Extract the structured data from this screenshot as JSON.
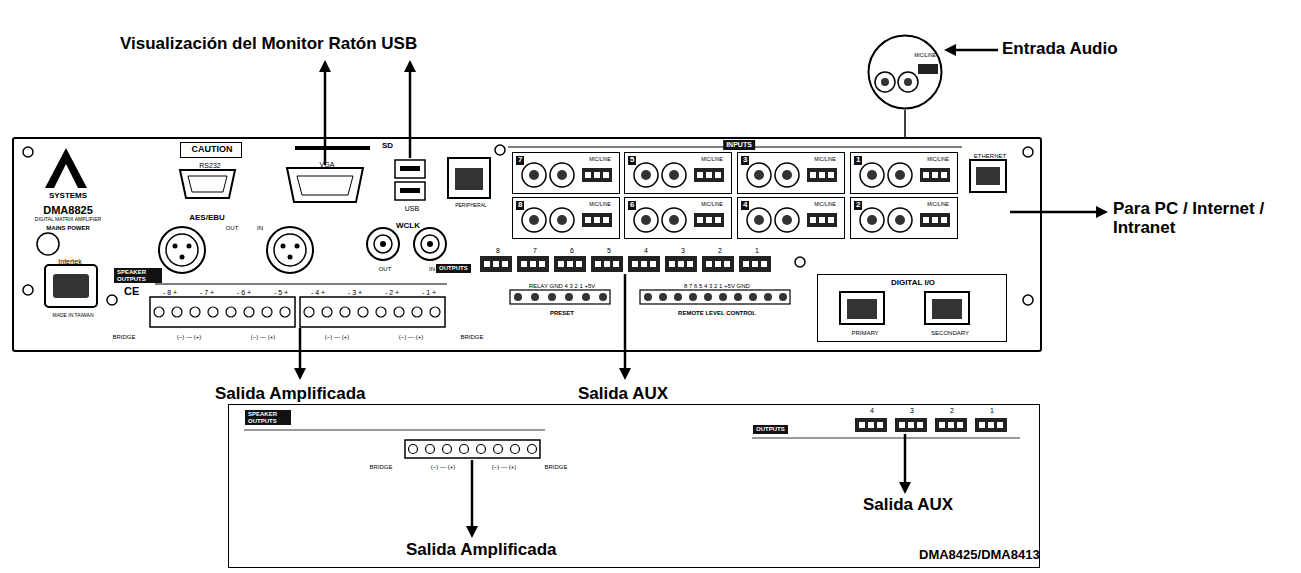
{
  "diagram": {
    "nodes": [
      {
        "text": [
          "MIC/LINE"
        ]
      },
      {
        "text": [
          "SYSTEMS",
          "DMA8825",
          "DIGITAL MATRIX AMPLIFIER",
          "MAINS POWER",
          "Intertek",
          "CE",
          "MADE IN TAIWAN",
          "RS232",
          "SD",
          "VGA",
          "USB",
          "PERIPHERAL",
          "AES/EBU",
          "OUT",
          "IN",
          "WCLK",
          "OUT",
          "IN",
          "INPUTS",
          "ETHERNET",
          "SPEAKER OUTPUTS",
          "- 8 +",
          "- 7 +",
          "- 6 +",
          "- 5 +",
          "- 4 +",
          "- 3 +",
          "- 2 +",
          "- 1 +",
          "OUTPUTS",
          "8",
          "7",
          "6",
          "5",
          "4",
          "3",
          "2",
          "1",
          "BRIDGE",
          "(−) — (+)",
          "(−) — (+)",
          "(−) — (+)",
          "(−) — (+)",
          "BRIDGE",
          "RELAY GND 4 3 2 1 +5V",
          "PRESET",
          "8 7 6 5 4 3 2 1 +5V GND",
          "REMOTE LEVEL CONTROL"
        ]
      },
      {
        "text": [
          "CAUTION"
        ],
        "in": 1
      },
      {
        "text": [
          "7",
          "MIC/LINE"
        ],
        "in": 1
      },
      {
        "text": [
          "5",
          "MIC/LINE"
        ],
        "in": 1
      },
      {
        "text": [
          "3",
          "MIC/LINE"
        ],
        "in": 1
      },
      {
        "text": [
          "1",
          "MIC/LINE"
        ],
        "in": 1
      },
      {
        "text": [
          "8",
          "MIC/LINE"
        ],
        "in": 1
      },
      {
        "text": [
          "6",
          "MIC/LINE"
        ],
        "in": 1
      },
      {
        "text": [
          "4",
          "MIC/LINE"
        ],
        "in": 1
      },
      {
        "text": [
          "2",
          "MIC/LINE"
        ],
        "in": 1
      },
      {
        "text": [
          "DIGITAL I/O",
          "PRIMARY",
          "SECONDARY"
        ],
        "in": 1
      },
      {
        "text": [
          "SPEAKER OUTPUTS",
          "BRIDGE",
          "(−) — (+)",
          "(−) — (+)",
          "BRIDGE",
          "OUTPUTS",
          "4",
          "3",
          "2",
          "1",
          "Salida Amplificada",
          "Salida AUX",
          "DMA8425/DMA8413"
        ]
      }
    ],
    "labels": [
      "Visualización del Monitor Ratón USB",
      "Entrada Audio",
      "Para PC / Internet / Intranet",
      "Salida Amplificada",
      "Salida AUX"
    ]
  }
}
